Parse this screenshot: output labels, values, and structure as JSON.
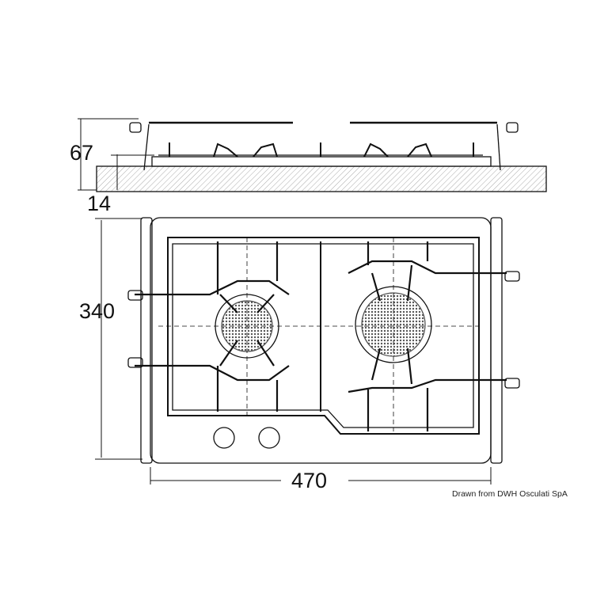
{
  "dimensions": {
    "height_above": "67",
    "thickness": "14",
    "depth": "340",
    "width": "470"
  },
  "caption": "Drawn from DWH Osculati SpA",
  "colors": {
    "line": "#111111",
    "hatch": "#999999",
    "burner": "#666666"
  }
}
